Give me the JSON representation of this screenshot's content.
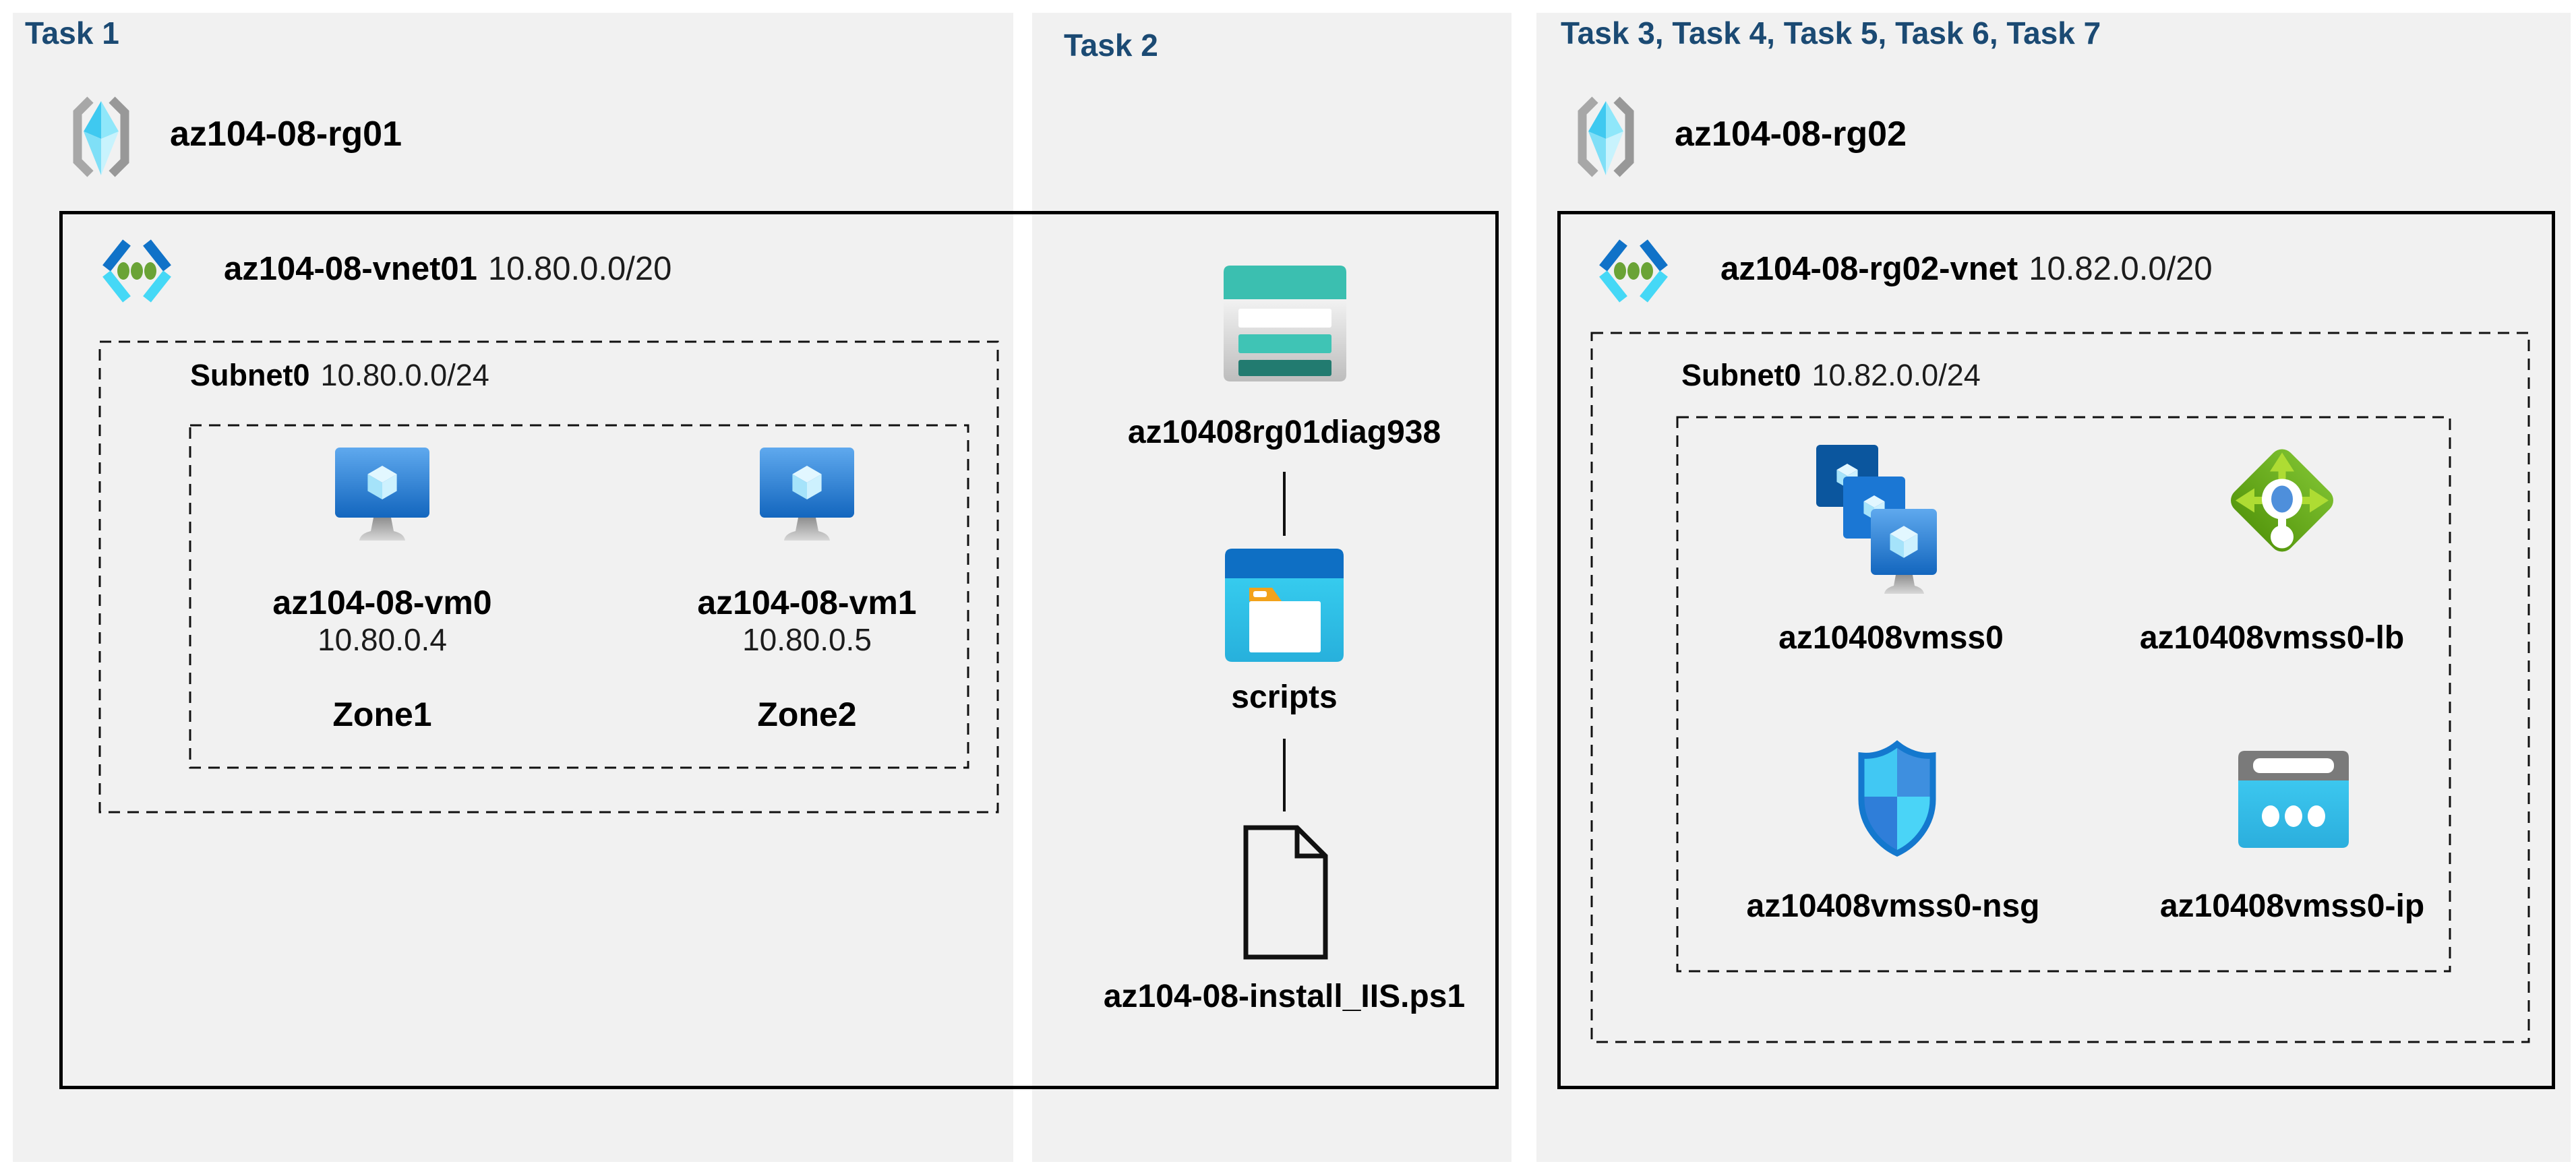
{
  "colors": {
    "panel_bg": "#F1F1F1",
    "task_title_text": "#1B4A73",
    "label_text": "#000000",
    "vnet_blue": "#1072C8",
    "vnet_cyan": "#45D8F6",
    "vnet_dot_green": "#6AA336",
    "vm_screen_blue": "#1366BE",
    "storage_teal": "#3BBFB0",
    "storage_dark_teal": "#227B70",
    "container_header_blue": "#0E6FC4",
    "container_body_cyan": "#36CBEE",
    "folder_tab_orange": "#F2A21B",
    "lb_green": "#7ABD2D",
    "lb_arrow_green": "#AEDC33",
    "nsg_border_blue": "#1478CE",
    "public_ip_cyan": "#3CC7EF",
    "public_ip_gray": "#7A7A7A"
  },
  "panels": [
    {
      "title": "Task 1",
      "resource_group": "az104-08-rg01",
      "vnet": {
        "name": "az104-08-vnet01",
        "cidr": "10.80.0.0/20"
      },
      "subnet": {
        "name": "Subnet0",
        "cidr": "10.80.0.0/24"
      },
      "vms": [
        {
          "name": "az104-08-vm0",
          "ip": "10.80.0.4",
          "zone": "Zone1"
        },
        {
          "name": "az104-08-vm1",
          "ip": "10.80.0.5",
          "zone": "Zone2"
        }
      ]
    },
    {
      "title": "Task 2",
      "storage_account": "az10408rg01diag938",
      "container": "scripts",
      "script_file": "az104-08-install_IIS.ps1"
    },
    {
      "title": "Task 3, Task 4, Task 5, Task 6, Task 7",
      "resource_group": "az104-08-rg02",
      "vnet": {
        "name": "az104-08-rg02-vnet",
        "cidr": "10.82.0.0/20"
      },
      "subnet": {
        "name": "Subnet0",
        "cidr": "10.82.0.0/24"
      },
      "resources": {
        "vmss": "az10408vmss0",
        "lb": "az10408vmss0-lb",
        "nsg": "az10408vmss0-nsg",
        "ip": "az10408vmss0-ip"
      }
    }
  ]
}
